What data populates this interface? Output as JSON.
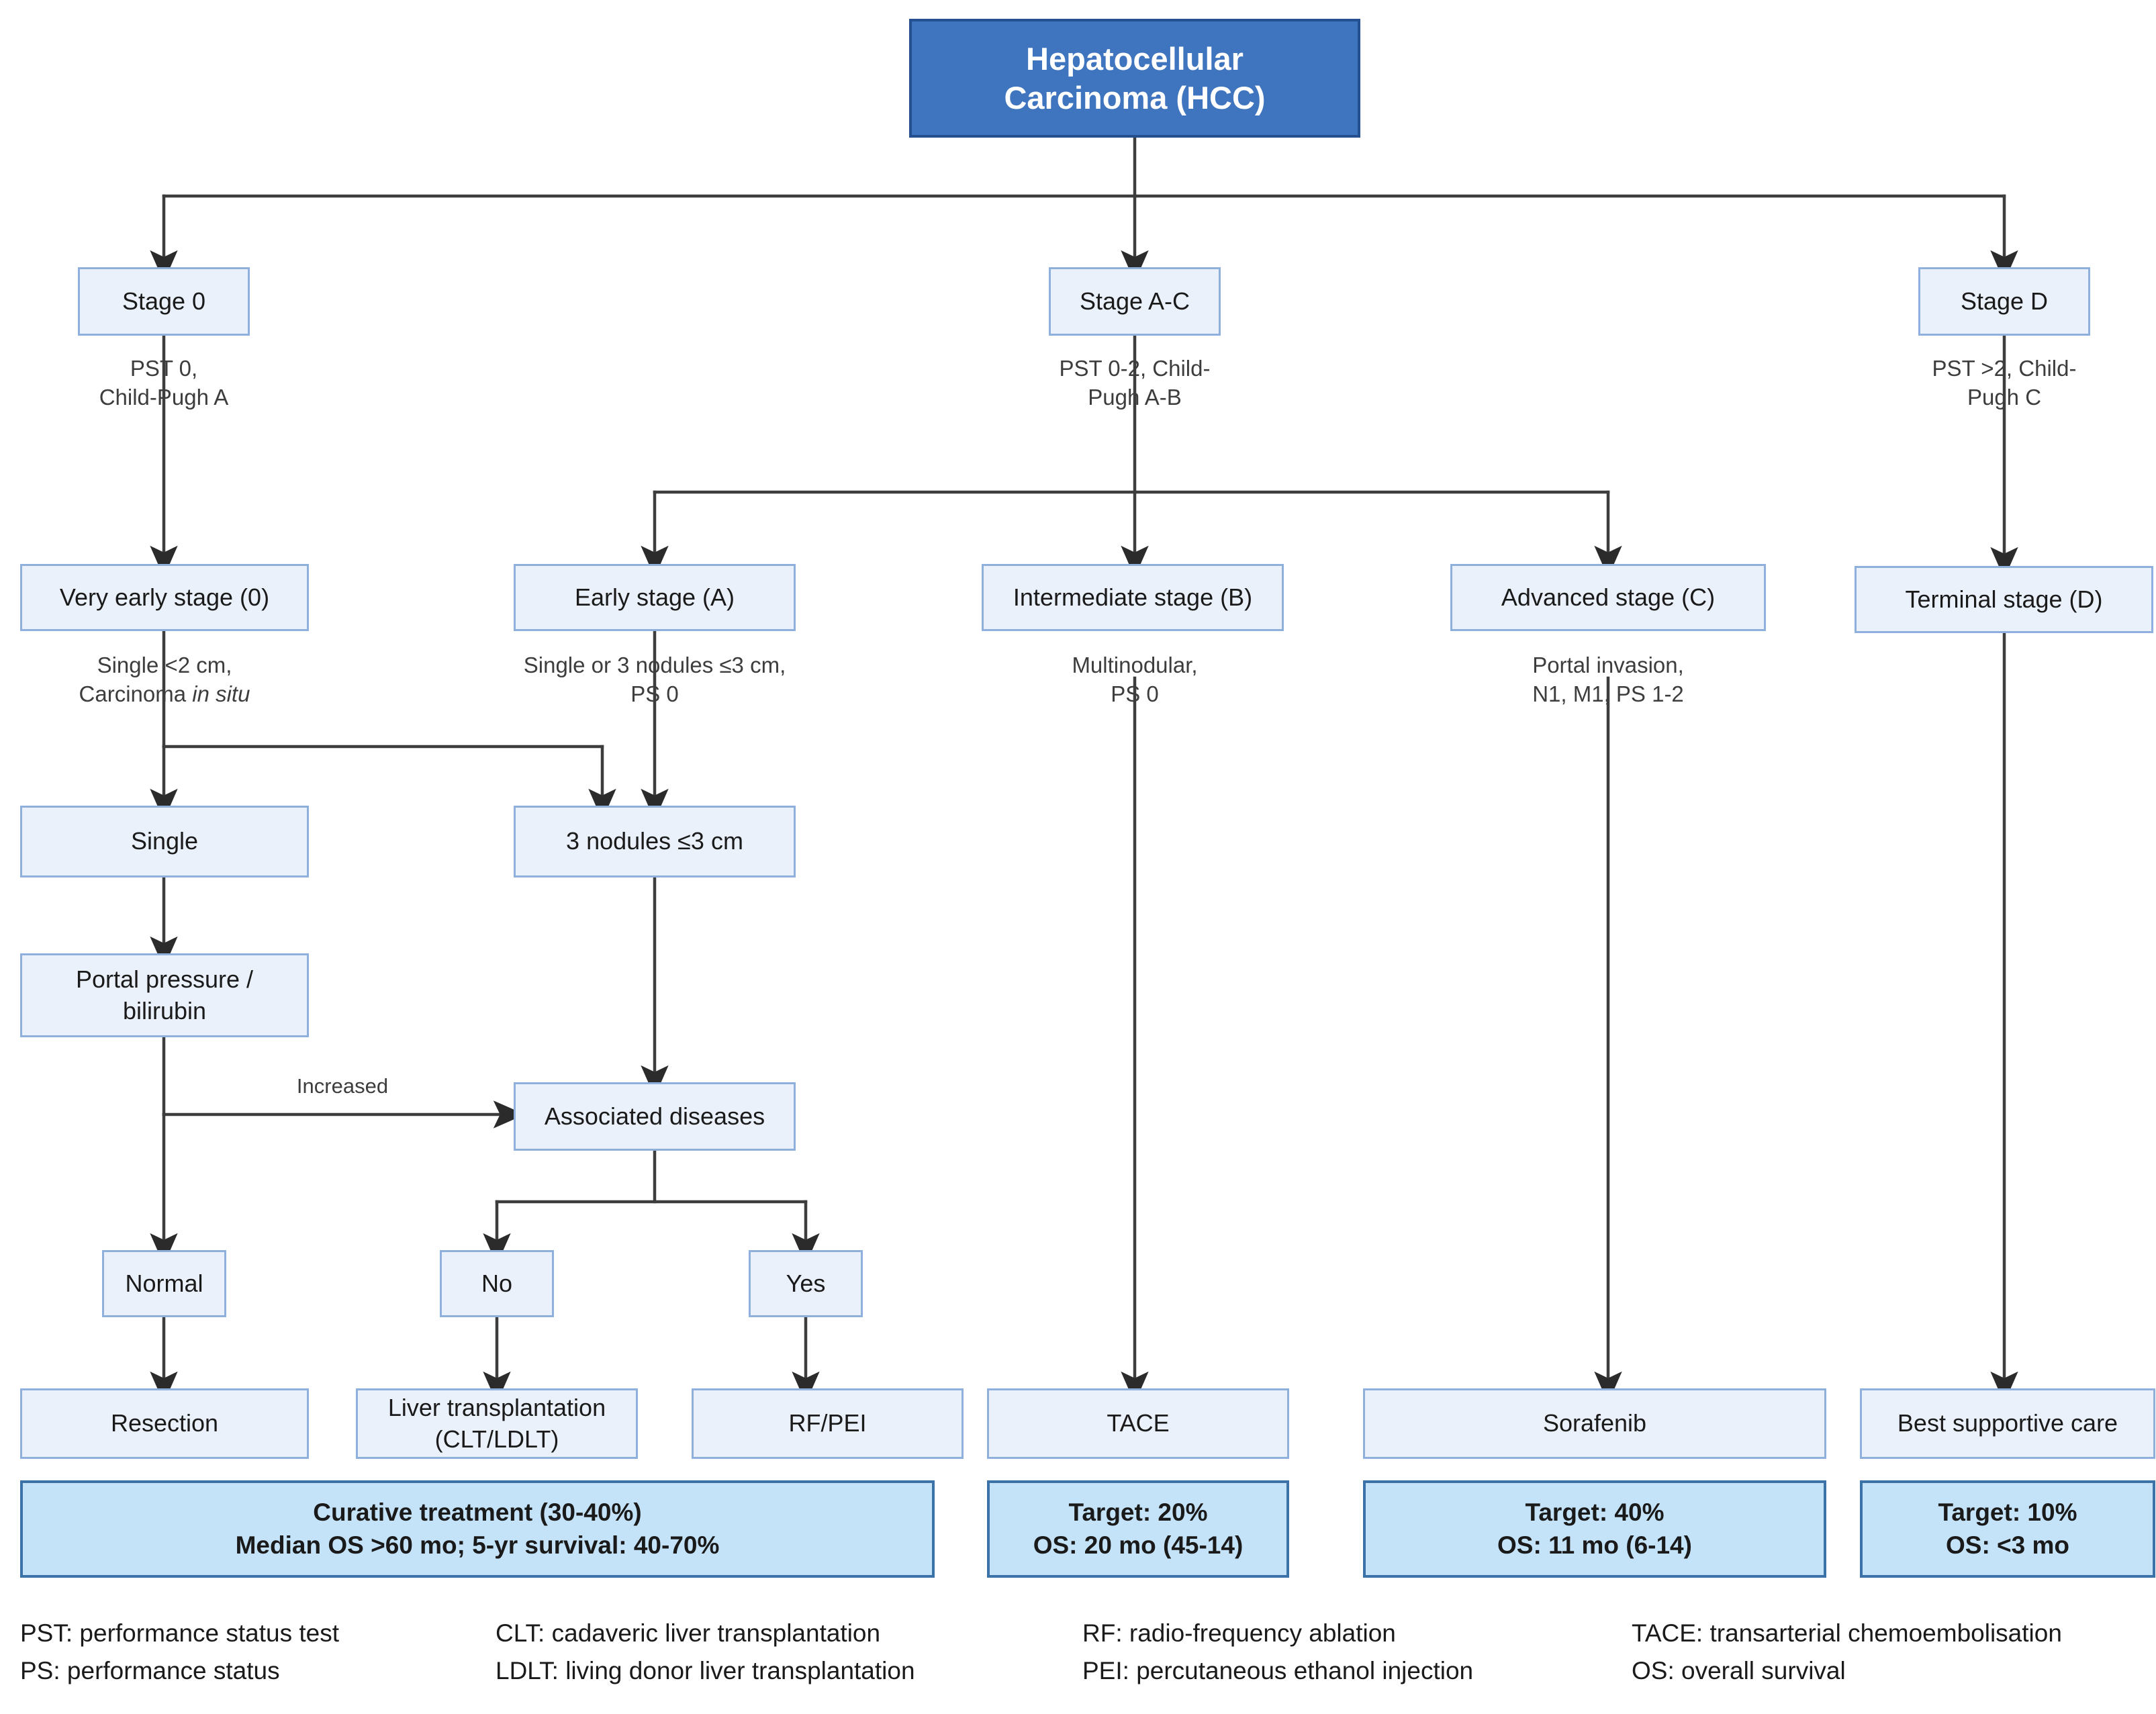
{
  "diagram": {
    "title": "Hepatocellular Carcinoma (HCC)",
    "root": {
      "label": "Hepatocellular\nCarcinoma (HCC)"
    },
    "stage_row": [
      {
        "label": "Stage 0",
        "caption": "PST 0,\nChild-Pugh A"
      },
      {
        "label": "Stage A-C",
        "caption": "PST 0-2, Child-\nPugh A-B"
      },
      {
        "label": "Stage D",
        "caption": "PST >2, Child-\nPugh C"
      }
    ],
    "substage_row": [
      {
        "label": "Very early stage (0)",
        "caption": "Single <2 cm,",
        "caption2": "Carcinoma ",
        "caption2_italic": "in situ"
      },
      {
        "label": "Early stage (A)",
        "caption": "Single or 3 nodules ≤3 cm,\nPS 0"
      },
      {
        "label": "Intermediate stage (B)",
        "caption": "Multinodular,\nPS 0"
      },
      {
        "label": "Advanced stage (C)",
        "caption": "Portal invasion,\nN1, M1, PS 1-2"
      },
      {
        "label": "Terminal stage (D)",
        "caption": ""
      }
    ],
    "decision_nodes": {
      "single": "Single",
      "three_nodules": "3 nodules ≤3 cm",
      "portal_pressure": "Portal pressure /\nbilirubin",
      "associated_diseases": "Associated diseases",
      "normal": "Normal",
      "no": "No",
      "yes": "Yes"
    },
    "edge_labels": {
      "increased": "Increased"
    },
    "treatments": [
      {
        "label": "Resection"
      },
      {
        "label": "Liver transplantation\n(CLT/LDLT)"
      },
      {
        "label": "RF/PEI"
      },
      {
        "label": "TACE"
      },
      {
        "label": "Sorafenib"
      },
      {
        "label": "Best supportive care"
      }
    ],
    "outcomes": [
      {
        "line1": "Curative treatment (30-40%)",
        "line2": "Median OS >60 mo; 5-yr survival: 40-70%"
      },
      {
        "line1": "Target: 20%",
        "line2": "OS: 20 mo (45-14)"
      },
      {
        "line1": "Target: 40%",
        "line2": "OS: 11 mo (6-14)"
      },
      {
        "line1": "Target: 10%",
        "line2": "OS: <3 mo"
      }
    ],
    "legend": [
      [
        "PST: performance status test",
        "PS: performance status"
      ],
      [
        "CLT: cadaveric liver transplantation",
        "LDLT: living donor liver transplantation"
      ],
      [
        "RF: radio-frequency ablation",
        "PEI: percutaneous ethanol injection"
      ],
      [
        "TACE: transarterial chemoembolisation",
        "OS: overall survival"
      ]
    ],
    "colors": {
      "header_fill": "#3f74bf",
      "header_border": "#25508f",
      "node_fill": "#eaf1fb",
      "node_border": "#8fb0dd",
      "outcome_fill": "#c5e3f8",
      "outcome_border": "#3b72a8",
      "connector": "#3d3d3d",
      "page_background": "#ffffff"
    }
  }
}
